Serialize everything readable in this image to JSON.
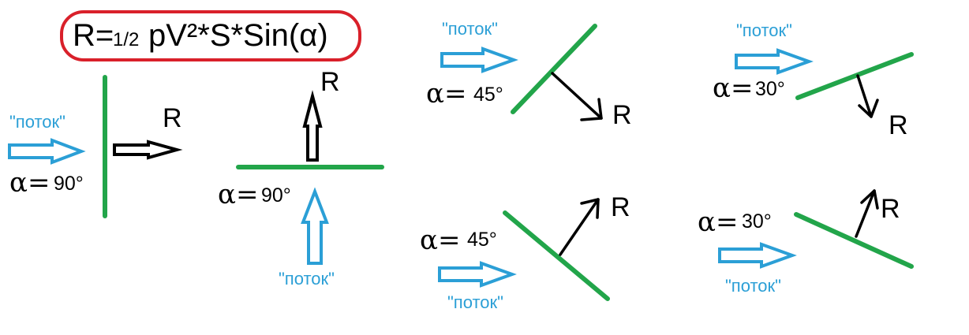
{
  "formula": {
    "main": "R=",
    "frac": "1/2",
    "rest": "pV²*S*Sin(α)",
    "border_color": "#d9202a"
  },
  "colors": {
    "plate": "#22a54a",
    "flow": "#2b9fd6",
    "force": "#000000"
  },
  "flow_label": "\"поток\"",
  "force_label": "R",
  "alpha_symbol": "α=",
  "cases": [
    {
      "id": "case-1",
      "angle": "90°"
    },
    {
      "id": "case-2",
      "angle": "90°"
    },
    {
      "id": "case-3",
      "angle": "45°"
    },
    {
      "id": "case-4",
      "angle": "30°"
    },
    {
      "id": "case-5",
      "angle": "45°"
    },
    {
      "id": "case-6",
      "angle": "30°"
    }
  ]
}
